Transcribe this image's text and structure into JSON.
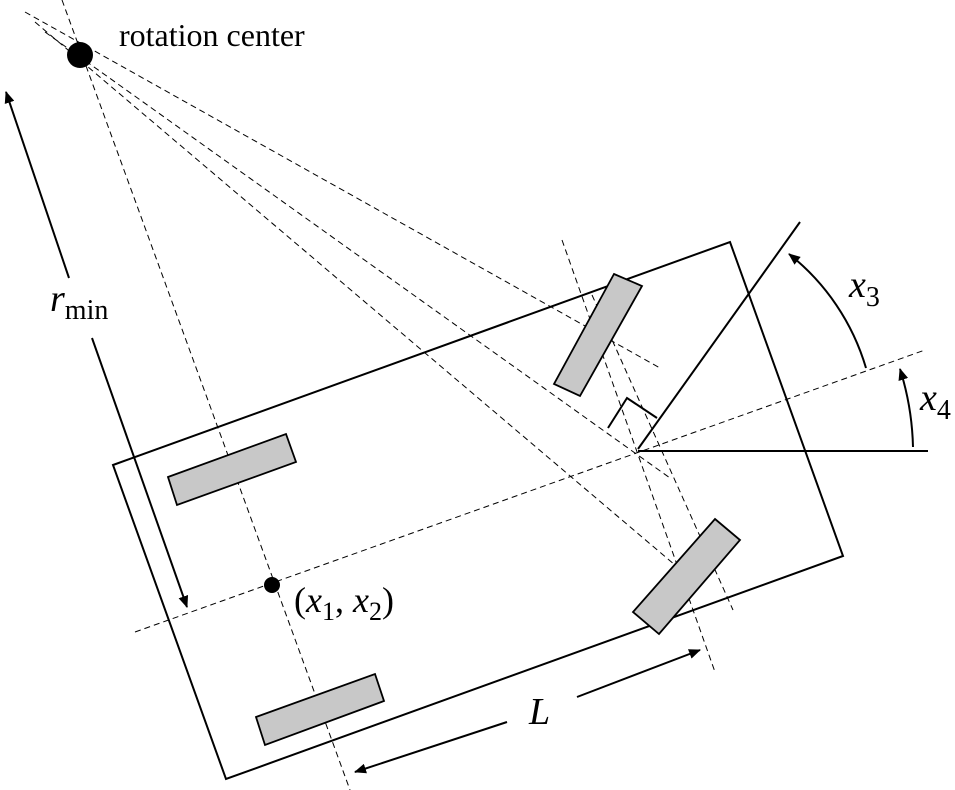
{
  "labels": {
    "rotation_center": "rotation center",
    "r_min_main": "r",
    "r_min_sub": "min",
    "x3_main": "x",
    "x3_sub": "3",
    "x4_main": "x",
    "x4_sub": "4",
    "pos_open": "(",
    "pos_x1": "x",
    "pos_x1_sub": "1",
    "pos_comma": ", ",
    "pos_x2": "x",
    "pos_x2_sub": "2",
    "pos_close": ")",
    "length": "L"
  },
  "colors": {
    "stroke": "#000000",
    "wheel_fill": "#c8c8c8",
    "background": "#ffffff"
  }
}
